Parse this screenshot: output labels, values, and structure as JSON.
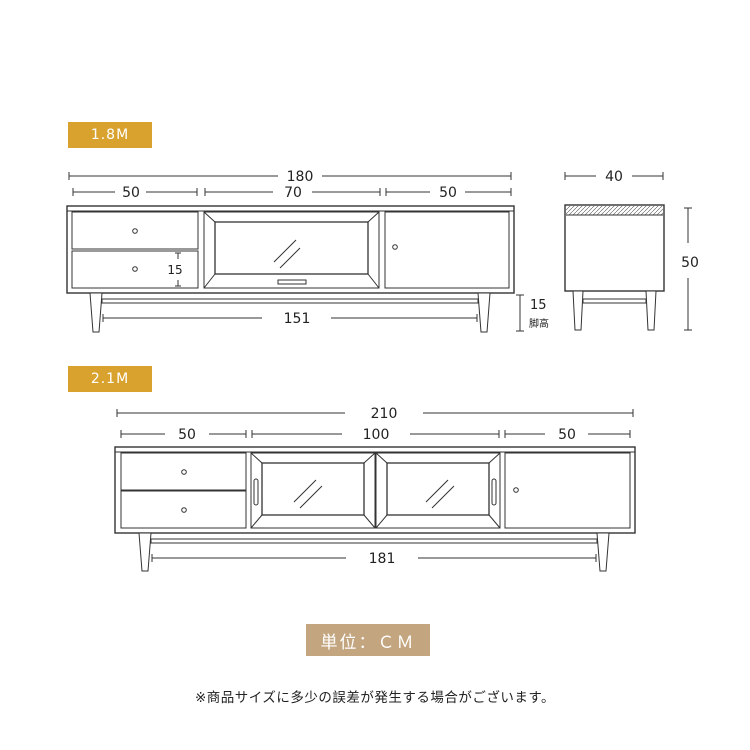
{
  "badges": {
    "size_18": "1.8M",
    "size_21": "2.1M"
  },
  "dims_18": {
    "total_width": "180",
    "left_width": "50",
    "center_width": "70",
    "right_width": "50",
    "drawer_height": "15",
    "depth": "40",
    "height": "50",
    "leg_span": "151",
    "leg_height": "15",
    "leg_label": "脚高"
  },
  "dims_21": {
    "total_width": "210",
    "left_width": "50",
    "center_width": "100",
    "right_width": "50",
    "leg_span": "181"
  },
  "unit_label": "単位：ＣＭ",
  "footnote": "※商品サイズに多少の誤差が発生する場合がございます。",
  "colors": {
    "badge": "#d9a22e",
    "unit_badge": "#c3a57f",
    "line": "#333333"
  }
}
